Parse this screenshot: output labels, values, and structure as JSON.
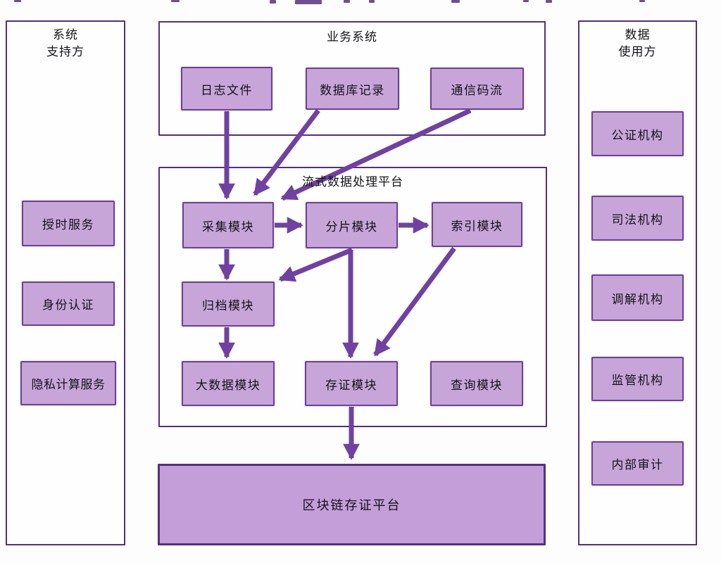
{
  "diagram_title": "",
  "palette": {
    "container_border": "#54307e",
    "node_border": "#6e3f97",
    "node_fill": "#c7a5d9",
    "platform_fill": "#c39ed8",
    "arrow": "#7141a1",
    "text": "#151318"
  },
  "groups": {
    "system_support": {
      "title_line1": "系统",
      "title_line2": "支持方",
      "items": [
        "授时服务",
        "身份认证",
        "隐私计算服务"
      ]
    },
    "business": {
      "title": "业务系统",
      "items": [
        "日志文件",
        "数据库记录",
        "通信码流"
      ]
    },
    "stream": {
      "title": "流式数据处理平台",
      "items": [
        "采集模块",
        "分片模块",
        "索引模块",
        "归档模块",
        "大数据模块",
        "存证模块",
        "查询模块"
      ]
    },
    "blockchain": {
      "title": "区块链存证平台"
    },
    "data_user": {
      "title_line1": "数据",
      "title_line2": "使用方",
      "items": [
        "公证机构",
        "司法机构",
        "调解机构",
        "监管机构",
        "内部审计"
      ]
    }
  },
  "edges": [
    {
      "from": "日志文件",
      "to": "采集模块"
    },
    {
      "from": "数据库记录",
      "to": "采集模块"
    },
    {
      "from": "通信码流",
      "to": "采集模块"
    },
    {
      "from": "采集模块",
      "to": "分片模块"
    },
    {
      "from": "分片模块",
      "to": "索引模块"
    },
    {
      "from": "采集模块",
      "to": "归档模块"
    },
    {
      "from": "分片模块",
      "to": "归档模块"
    },
    {
      "from": "归档模块",
      "to": "大数据模块"
    },
    {
      "from": "分片模块",
      "to": "存证模块"
    },
    {
      "from": "索引模块",
      "to": "存证模块"
    },
    {
      "from": "存证模块",
      "to": "区块链存证平台"
    }
  ]
}
